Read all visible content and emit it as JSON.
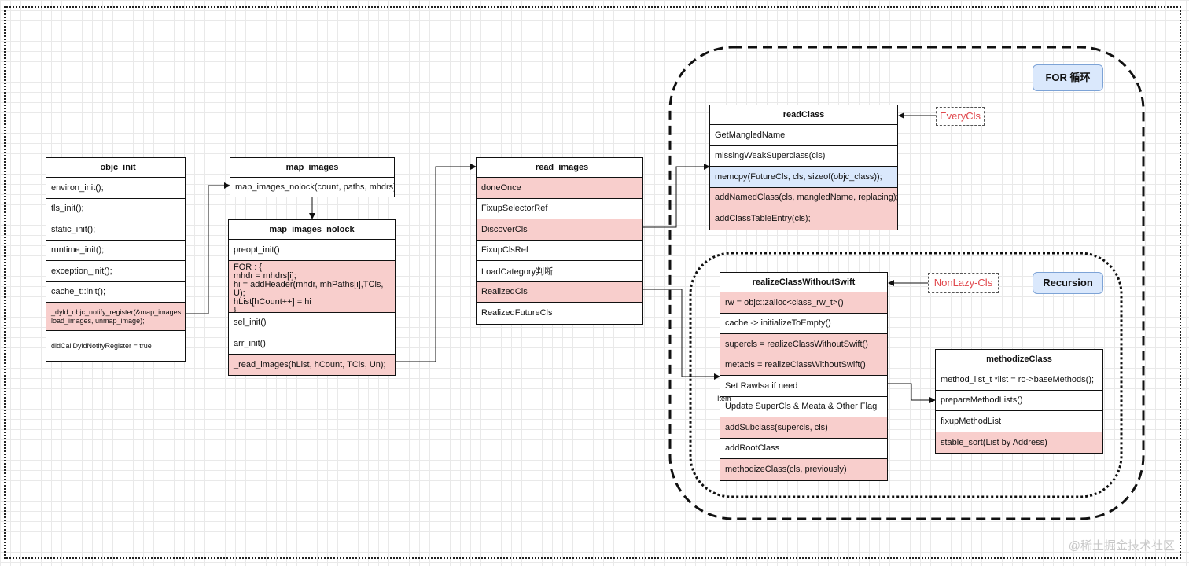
{
  "objc_init": {
    "title": "_objc_init",
    "rows": [
      "environ_init();",
      "tls_init();",
      "static_init();",
      "runtime_init();",
      "exception_init();",
      "cache_t::init();",
      "_dyld_objc_notify_register(&map_images,\nload_images, unmap_image);",
      "didCallDyldNotifyRegister = true"
    ]
  },
  "map_images": {
    "title": "map_images",
    "rows": [
      "map_images_nolock(count, paths, mhdrs)"
    ]
  },
  "map_images_nolock": {
    "title": "map_images_nolock",
    "rows": [
      "preopt_init()",
      "FOR : {\nmhdr = mhdrs[i];\nhi = addHeader(mhdr, mhPaths[i],TCls, U);\nhList[hCount++] = hi\n}",
      "sel_init()",
      "arr_init()",
      "_read_images(hList, hCount, TCls, Un);"
    ]
  },
  "read_images": {
    "title": "_read_images",
    "rows": [
      "doneOnce",
      "FixupSelectorRef",
      "DiscoverCls",
      "FixupClsRef",
      "LoadCategory判断",
      "RealizedCls",
      "RealizedFutureCls"
    ]
  },
  "readClass": {
    "title": "readClass",
    "rows": [
      "GetMangledName",
      "missingWeakSuperclass(cls)",
      "memcpy(FutureCls, cls, sizeof(objc_class));",
      "addNamedClass(cls, mangledName, replacing);",
      "addClassTableEntry(cls);"
    ]
  },
  "realizeClassWithoutSwift": {
    "title": "realizeClassWithoutSwift",
    "rows": [
      "rw = objc::zalloc<class_rw_t>()",
      "cache -> initializeToEmpty()",
      "supercls = realizeClassWithoutSwift()",
      "metacls = realizeClassWithoutSwift()",
      "Set RawIsa if need",
      "Update SuperCls & Meata & Other Flag",
      "addSubclass(supercls, cls)",
      "addRootClass",
      "methodizeClass(cls, previously)"
    ]
  },
  "methodizeClass": {
    "title": "methodizeClass",
    "rows": [
      "method_list_t *list = ro->baseMethods();",
      "prepareMethodLists()",
      "fixupMethodList",
      "stable_sort(List by Address)"
    ]
  },
  "tags": {
    "for_loop": "FOR 循环",
    "recursion": "Recursion"
  },
  "notes": {
    "every_cls": "EveryCls",
    "nonlazy_cls": "NonLazy-Cls"
  },
  "item_label": "Item",
  "watermark": "@稀土掘金技术社区",
  "colors": {
    "pink": "#f8cecc",
    "blue": "#dae8fc",
    "note_text": "#e0474c"
  }
}
